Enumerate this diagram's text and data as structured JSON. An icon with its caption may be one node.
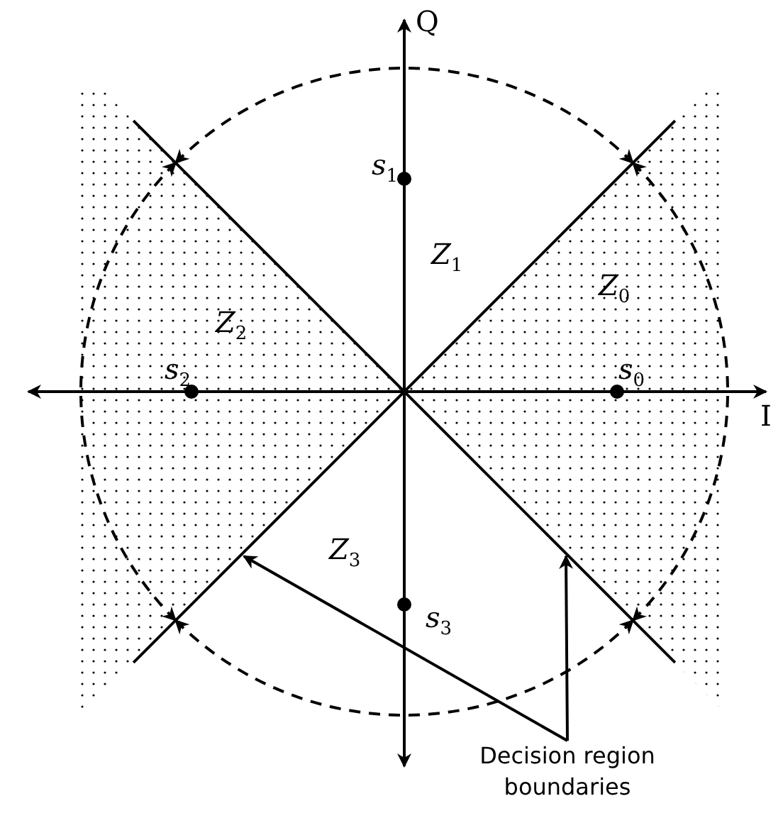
{
  "diagram": {
    "nodes": [
      {
        "text": [
          "Decision region boundaries"
        ]
      },
      {
        "text": [],
        "shape": "line"
      },
      {
        "text": [],
        "shape": "line"
      }
    ],
    "edges": [
      {
        "from": 0,
        "to": 1,
        "arrow": "to"
      },
      {
        "from": 0,
        "to": 2,
        "arrow": "to"
      }
    ],
    "labels": [
      "Q",
      "*s*$_{1}$",
      "*Z*$_{1}$",
      "*Z*$_{0}$",
      "*Z*$_{2}$",
      "*s*$_{2}$",
      "*s*$_{0}$",
      "I",
      "*Z*$_{3}$",
      "*s*$_{3}$"
    ]
  }
}
